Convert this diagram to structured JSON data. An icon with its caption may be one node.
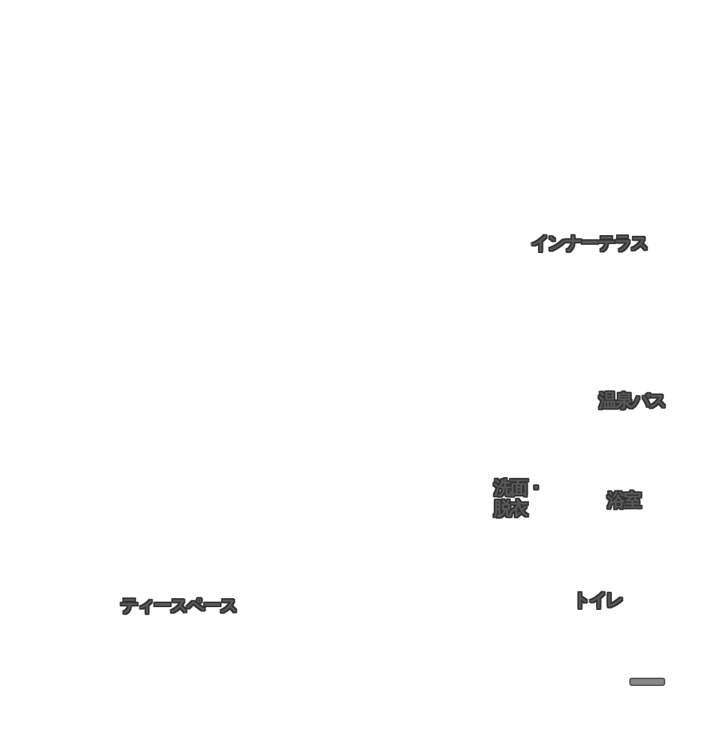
{
  "diagram": {
    "labels": [
      "インナーテラス",
      "温泉バス",
      "洗面・脱衣",
      "浴室",
      "ティースペース",
      "トイレ"
    ]
  }
}
